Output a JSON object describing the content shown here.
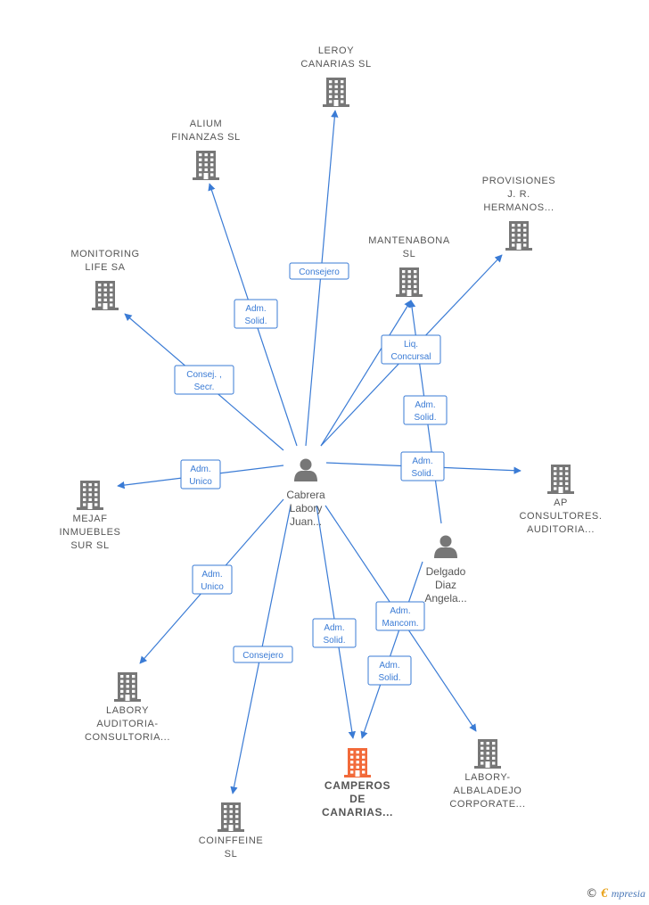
{
  "colors": {
    "edge": "#3a7bd5",
    "building": "#777777",
    "building_focus": "#f26a3a",
    "person": "#777777",
    "label": "#555555"
  },
  "nodes": [
    {
      "id": "leroy",
      "type": "company",
      "lines": [
        "LEROY",
        "CANARIAS  SL"
      ]
    },
    {
      "id": "alium",
      "type": "company",
      "lines": [
        "ALIUM",
        "FINANZAS  SL"
      ]
    },
    {
      "id": "provisiones",
      "type": "company",
      "lines": [
        "PROVISIONES",
        "J. R.",
        "HERMANOS..."
      ]
    },
    {
      "id": "mantenabona",
      "type": "company",
      "lines": [
        "MANTENABONA",
        "SL"
      ]
    },
    {
      "id": "monitoring",
      "type": "company",
      "lines": [
        "MONITORING",
        "LIFE SA"
      ]
    },
    {
      "id": "mejaf",
      "type": "company",
      "lines": [
        "MEJAF",
        "INMUEBLES",
        "SUR SL"
      ]
    },
    {
      "id": "ap",
      "type": "company",
      "lines": [
        "AP",
        "CONSULTORES.",
        "AUDITORIA..."
      ]
    },
    {
      "id": "labory_aud",
      "type": "company",
      "lines": [
        "LABORY",
        "AUDITORIA-",
        "CONSULTORIA..."
      ]
    },
    {
      "id": "campero",
      "type": "company",
      "focus": true,
      "lines": [
        "CAMPEROS",
        "DE",
        "CANARIAS..."
      ]
    },
    {
      "id": "labory_alb",
      "type": "company",
      "lines": [
        "LABORY-",
        "ALBALADEJO",
        "CORPORATE..."
      ]
    },
    {
      "id": "coinffeine",
      "type": "company",
      "lines": [
        "COINFFEINE",
        "SL"
      ]
    },
    {
      "id": "cabrera",
      "type": "person",
      "lines": [
        "Cabrera",
        "Labory",
        "Juan..."
      ]
    },
    {
      "id": "delgado",
      "type": "person",
      "lines": [
        "Delgado",
        "Diaz",
        "Angela..."
      ]
    }
  ],
  "edges": [
    {
      "from": "cabrera",
      "to": "leroy",
      "label": [
        "Consejero"
      ]
    },
    {
      "from": "cabrera",
      "to": "alium",
      "label": [
        "Adm.",
        "Solid."
      ]
    },
    {
      "from": "cabrera",
      "to": "monitoring",
      "label": [
        "Consej. ,",
        "Secr."
      ]
    },
    {
      "from": "cabrera",
      "to": "provisiones",
      "label": []
    },
    {
      "from": "cabrera",
      "to": "mantenabona",
      "label": [
        "Liq.",
        "Concursal"
      ]
    },
    {
      "from": "cabrera",
      "to": "mejaf",
      "label": [
        "Adm.",
        "Unico"
      ]
    },
    {
      "from": "cabrera",
      "to": "ap",
      "label": [
        "Adm.",
        "Solid."
      ]
    },
    {
      "from": "cabrera",
      "to": "labory_aud",
      "label": [
        "Adm.",
        "Unico"
      ]
    },
    {
      "from": "cabrera",
      "to": "coinffeine",
      "label": [
        "Consejero"
      ]
    },
    {
      "from": "cabrera",
      "to": "campero",
      "label": [
        "Adm.",
        "Solid."
      ]
    },
    {
      "from": "cabrera",
      "to": "labory_alb",
      "label": [
        "Adm.",
        "Mancom."
      ]
    },
    {
      "from": "delgado",
      "to": "mantenabona",
      "label": [
        "Adm.",
        "Solid."
      ]
    },
    {
      "from": "delgado",
      "to": "campero",
      "label": [
        "Adm.",
        "Solid."
      ]
    }
  ],
  "footer": {
    "copyright": "©",
    "brand_initial": "€",
    "brand_rest": "mpresia"
  }
}
